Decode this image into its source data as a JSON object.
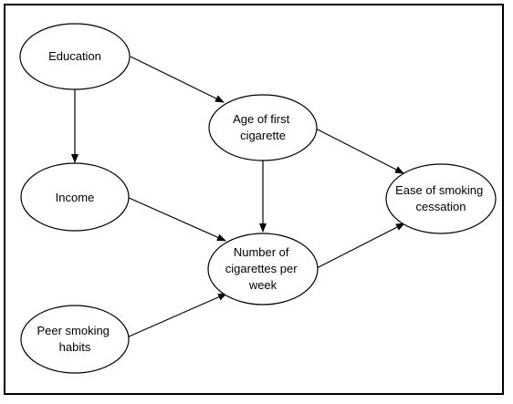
{
  "diagram": {
    "nodes": {
      "education": [
        "Education"
      ],
      "age_first_cigarette": [
        "Age of first",
        "cigarette"
      ],
      "income": [
        "Income"
      ],
      "ease_cessation": [
        "Ease of smoking",
        "cessation"
      ],
      "cigarettes_per_week": [
        "Number of",
        "cigarettes per",
        "week"
      ],
      "peer_smoking": [
        "Peer smoking",
        "habits"
      ]
    },
    "edges": [
      {
        "from": "education",
        "to": "age_first_cigarette"
      },
      {
        "from": "education",
        "to": "income"
      },
      {
        "from": "age_first_cigarette",
        "to": "ease_cessation"
      },
      {
        "from": "age_first_cigarette",
        "to": "cigarettes_per_week"
      },
      {
        "from": "income",
        "to": "cigarettes_per_week"
      },
      {
        "from": "cigarettes_per_week",
        "to": "ease_cessation"
      },
      {
        "from": "peer_smoking",
        "to": "cigarettes_per_week"
      }
    ],
    "colors": {
      "stroke": "#000000",
      "fill": "#ffffff"
    }
  }
}
